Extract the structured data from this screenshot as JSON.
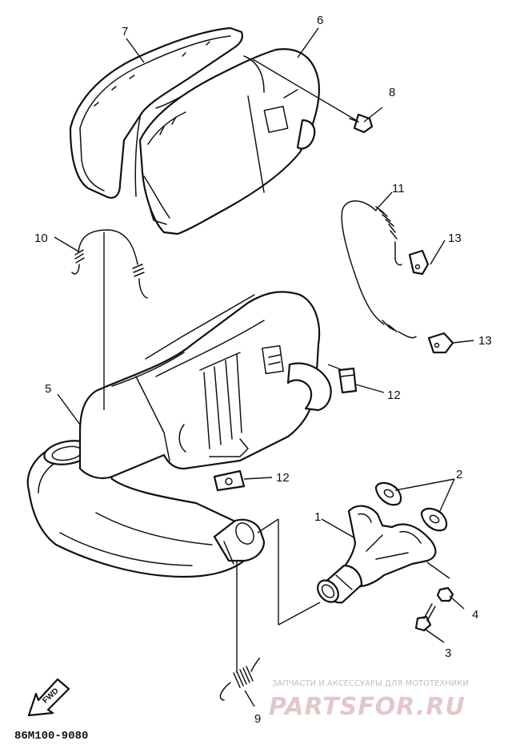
{
  "diagram": {
    "part_code": "86M100-9080",
    "direction_label": "FWD",
    "callouts": [
      {
        "id": "1",
        "text": "1"
      },
      {
        "id": "2",
        "text": "2"
      },
      {
        "id": "3",
        "text": "3"
      },
      {
        "id": "4",
        "text": "4"
      },
      {
        "id": "5",
        "text": "5"
      },
      {
        "id": "6",
        "text": "6"
      },
      {
        "id": "7",
        "text": "7"
      },
      {
        "id": "8",
        "text": "8"
      },
      {
        "id": "9",
        "text": "9"
      },
      {
        "id": "10",
        "text": "10"
      },
      {
        "id": "11",
        "text": "11"
      },
      {
        "id": "12a",
        "text": "12"
      },
      {
        "id": "12b",
        "text": "12"
      },
      {
        "id": "13a",
        "text": "13"
      },
      {
        "id": "13b",
        "text": "13"
      }
    ]
  },
  "watermark": {
    "subtitle": "ЗАПЧАСТИ И АКСЕССУАРЫ ДЛЯ МОТОТЕХНИКИ",
    "brand": "PARTSFOR.RU"
  }
}
